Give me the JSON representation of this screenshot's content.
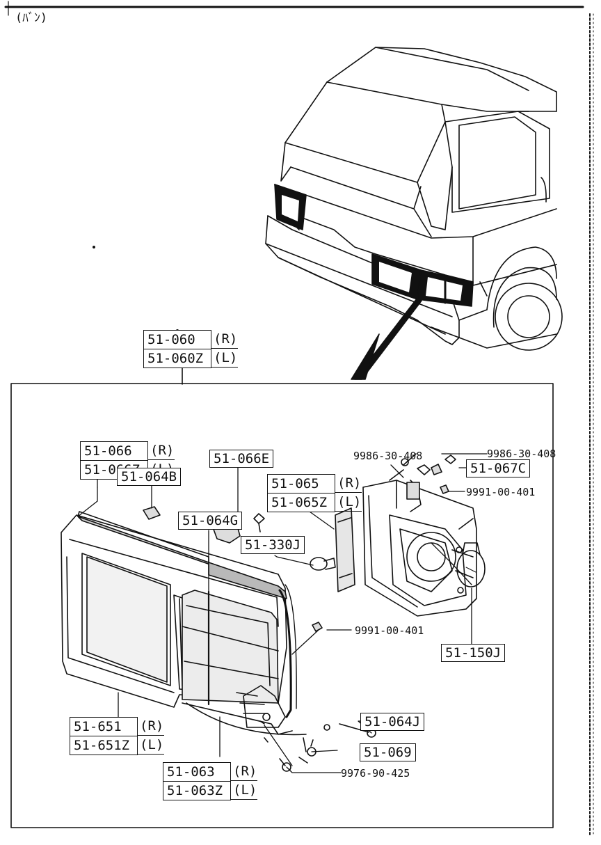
{
  "header_label": "(ﾊﾞﾝ)",
  "assemblies": {
    "main": {
      "right": "51-060",
      "left": "51-060Z",
      "r": "(R)",
      "l": "(L)"
    },
    "gasket": {
      "right": "51-066",
      "left": "51-066Z",
      "r": "(R)",
      "l": "(L)"
    },
    "socket": {
      "right": "51-065",
      "left": "51-065Z",
      "r": "(R)",
      "l": "(L)"
    },
    "bezel": {
      "right": "51-651",
      "left": "51-651Z",
      "r": "(R)",
      "l": "(L)"
    },
    "lens": {
      "right": "51-063",
      "left": "51-063Z",
      "r": "(R)",
      "l": "(L)"
    }
  },
  "parts": {
    "p066e": "51-066E",
    "p064b": "51-064B",
    "p064g": "51-064G",
    "p330j": "51-330J",
    "p067c": "51-067C",
    "p150j": "51-150J",
    "p064j": "51-064J",
    "p069": "51-069"
  },
  "bolts": {
    "b1": "9986-30-408",
    "b2": "9986-30-408",
    "n1": "9991-00-401",
    "n2": "9991-00-401",
    "s1": "9976-90-425"
  }
}
